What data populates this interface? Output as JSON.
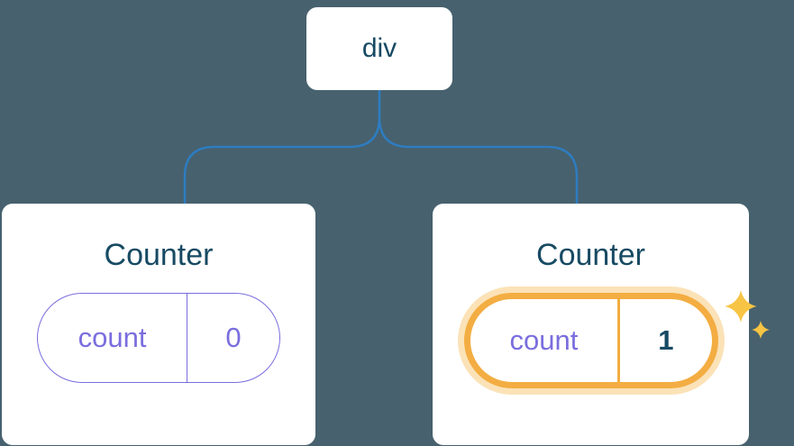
{
  "diagram": {
    "root": {
      "label": "div"
    },
    "cards": [
      {
        "title": "Counter",
        "state": {
          "key": "count",
          "value": "0"
        },
        "highlighted": false
      },
      {
        "title": "Counter",
        "state": {
          "key": "count",
          "value": "1"
        },
        "highlighted": true
      }
    ],
    "icons": [
      "sparkle-large-icon",
      "sparkle-small-icon"
    ],
    "colors": {
      "background": "#47616e",
      "connector_blue": "#2e7cc0",
      "card_background": "#ffffff",
      "heading_text": "#174a63",
      "state_purple": "#7a6ede",
      "highlight_orange": "#f3ad42",
      "highlight_glow": "#f8d9a7",
      "sparkle_gold": "#f7c444"
    }
  }
}
